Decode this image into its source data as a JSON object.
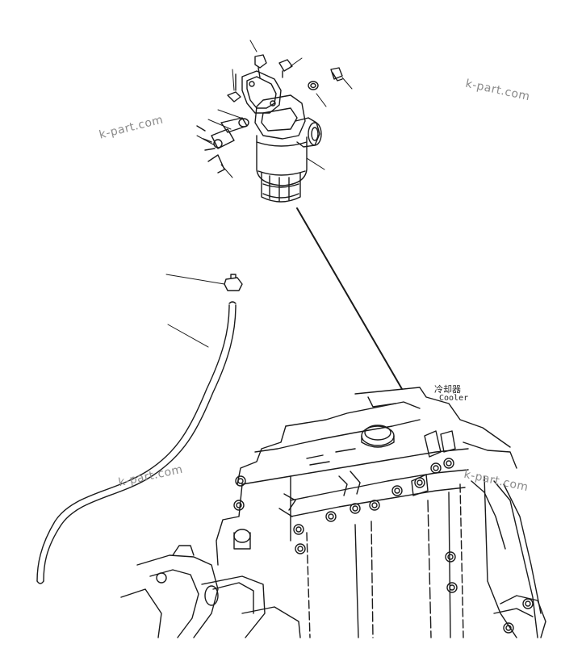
{
  "watermarks": {
    "wm1": "k-part.com",
    "wm2": "k-part.com",
    "wm3": "k-part.com",
    "wm4": "k-part.com"
  },
  "labels": {
    "cooler_cn": "冷却器",
    "cooler_en": "Cooler"
  },
  "colors": {
    "line": "#1a1a1a",
    "watermark": "#8a8a8a",
    "background": "#ffffff"
  }
}
